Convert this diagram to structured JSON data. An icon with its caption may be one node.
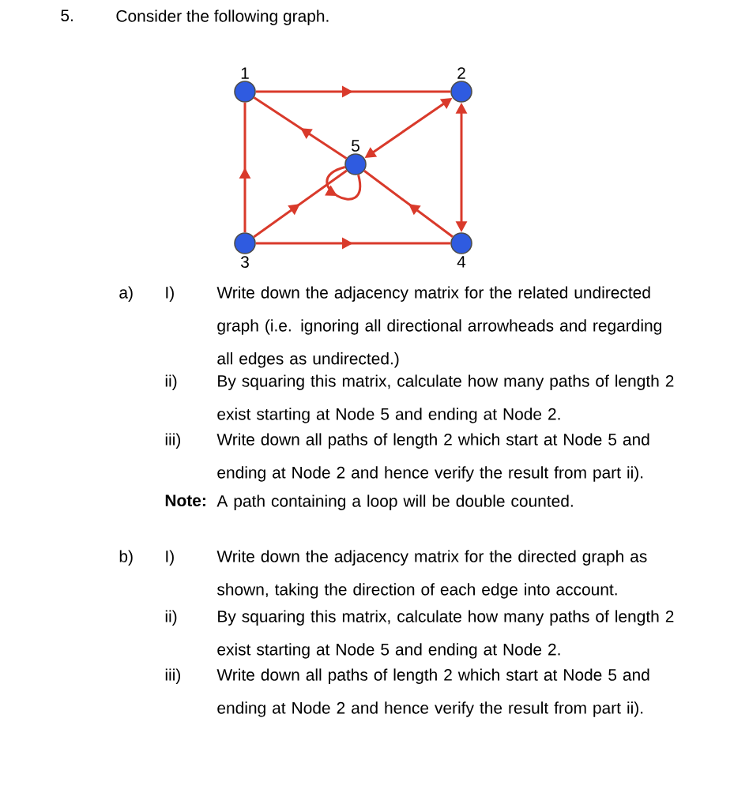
{
  "diagram": {
    "title": "Consider the following graph.",
    "nodes": [
      {
        "text": [],
        "shape": "circle",
        "beside": [
          "1"
        ]
      },
      {
        "text": [],
        "shape": "circle",
        "beside": [
          "2"
        ]
      },
      {
        "text": [],
        "shape": "circle",
        "beside": [
          "3"
        ]
      },
      {
        "text": [],
        "shape": "circle",
        "beside": [
          "4"
        ]
      },
      {
        "text": [],
        "shape": "circle",
        "beside": [
          "5"
        ]
      }
    ],
    "edges": [
      {
        "from": 0,
        "to": 1,
        "arrow": "to"
      },
      {
        "from": 2,
        "to": 0,
        "arrow": "to"
      },
      {
        "from": 4,
        "to": 0,
        "arrow": "to"
      },
      {
        "from": 1,
        "to": 4,
        "arrow": "both"
      },
      {
        "from": 1,
        "to": 3,
        "arrow": "both"
      },
      {
        "from": 2,
        "to": 3,
        "arrow": "to"
      },
      {
        "from": 3,
        "to": 4,
        "arrow": "to"
      },
      {
        "from": 2,
        "to": 4,
        "arrow": "to"
      },
      {
        "from": 4,
        "to": 4,
        "arrow": "to"
      }
    ],
    "labels": [
      "5.",
      "a)",
      "I)",
      "Write down the adjacency matrix for the related undirected graph (i.e. ignoring all directional arrowheads and regarding all edges as undirected.)",
      "ii)",
      "By squaring this matrix, calculate how many paths of length 2 exist starting at Node 5 and ending at Node 2.",
      "iii)",
      "Write down all paths of length 2 which start at Node 5 and ending at Node 2 and hence verify the result from part ii).",
      "Note:",
      "A path containing a loop will be double counted.",
      "b)",
      "I)",
      "Write down the adjacency matrix for the directed graph as shown, taking the direction of each edge into account.",
      "ii)",
      "By squaring this matrix, calculate how many paths of length 2 exist starting at Node 5 and ending at Node 2.",
      "iii)",
      "Write down all paths of length 2 which start at Node 5 and ending at Node 2 and hence verify the result from part ii)."
    ]
  }
}
